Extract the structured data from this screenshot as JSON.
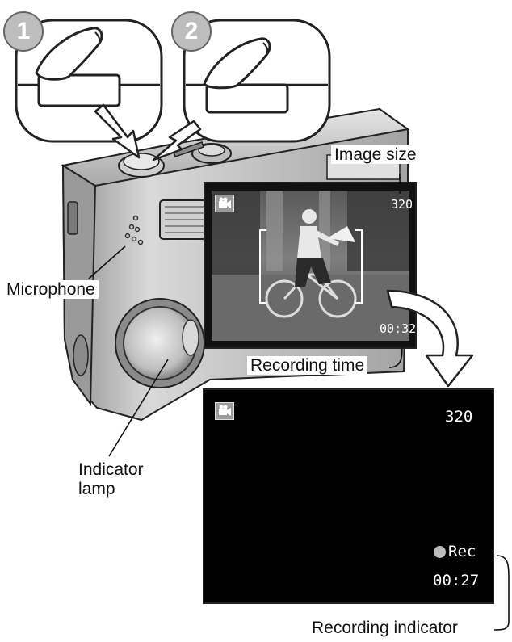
{
  "steps": [
    {
      "number": "1"
    },
    {
      "number": "2"
    }
  ],
  "labels": {
    "image_size": "Image size",
    "microphone": "Microphone",
    "recording_time": "Recording time",
    "indicator_lamp_line1": "Indicator",
    "indicator_lamp_line2": "lamp",
    "recording_indicator": "Recording indicator"
  },
  "screen_top": {
    "mode_icon": "movie-camera-icon",
    "image_size_value": "320",
    "recording_time_value": "00:32"
  },
  "screen_bottom": {
    "mode_icon": "movie-camera-icon",
    "image_size_value": "320",
    "rec_label": "Rec",
    "recording_time_value": "00:27"
  }
}
